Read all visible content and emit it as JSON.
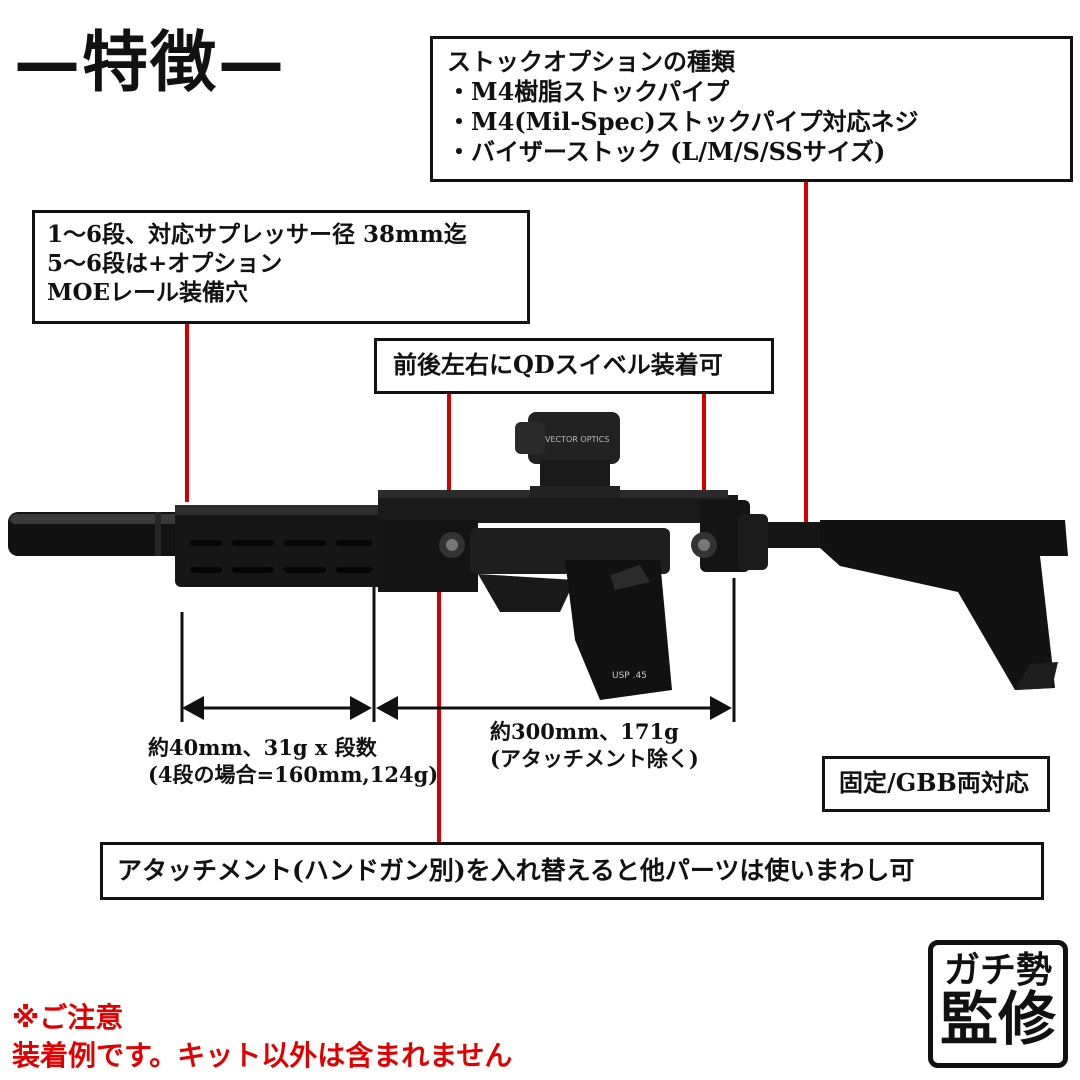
{
  "title": "—特徴—",
  "stock_options": {
    "heading": "ストックオプションの種類",
    "items": [
      "・M4樹脂ストックパイプ",
      "・M4(Mil-Spec)ストックパイプ対応ネジ",
      "・バイザーストック (L/M/S/SSサイズ)"
    ]
  },
  "rail_info": {
    "lines": [
      "1～6段、対応サプレッサー径 38mm迄",
      "5～6段は+オプション",
      "MOEレール装備穴"
    ]
  },
  "qd_label": "前後左右にQDスイベル装着可",
  "dim_left": {
    "line1": "約40mm、31g x 段数",
    "line2": "(4段の場合=160mm,124g)"
  },
  "dim_right": {
    "line1": "約300mm、171g",
    "line2": "(アタッチメント除く)"
  },
  "compat_label": "固定/GBB両対応",
  "attachment_label": "アタッチメント(ハンドガン別)を入れ替えると他パーツは使いまわし可",
  "notice": {
    "line1": "※ご注意",
    "line2": "装着例です。キット以外は含まれません"
  },
  "stamp": {
    "line1": "ガチ勢",
    "line2": "監修"
  },
  "product_markings": {
    "sight_brand": "VECTOR OPTICS",
    "pistol_model": "USP .45"
  },
  "colors": {
    "accent_line": "#d40000",
    "notice_text": "#e00000",
    "gun_body": "#141414"
  }
}
